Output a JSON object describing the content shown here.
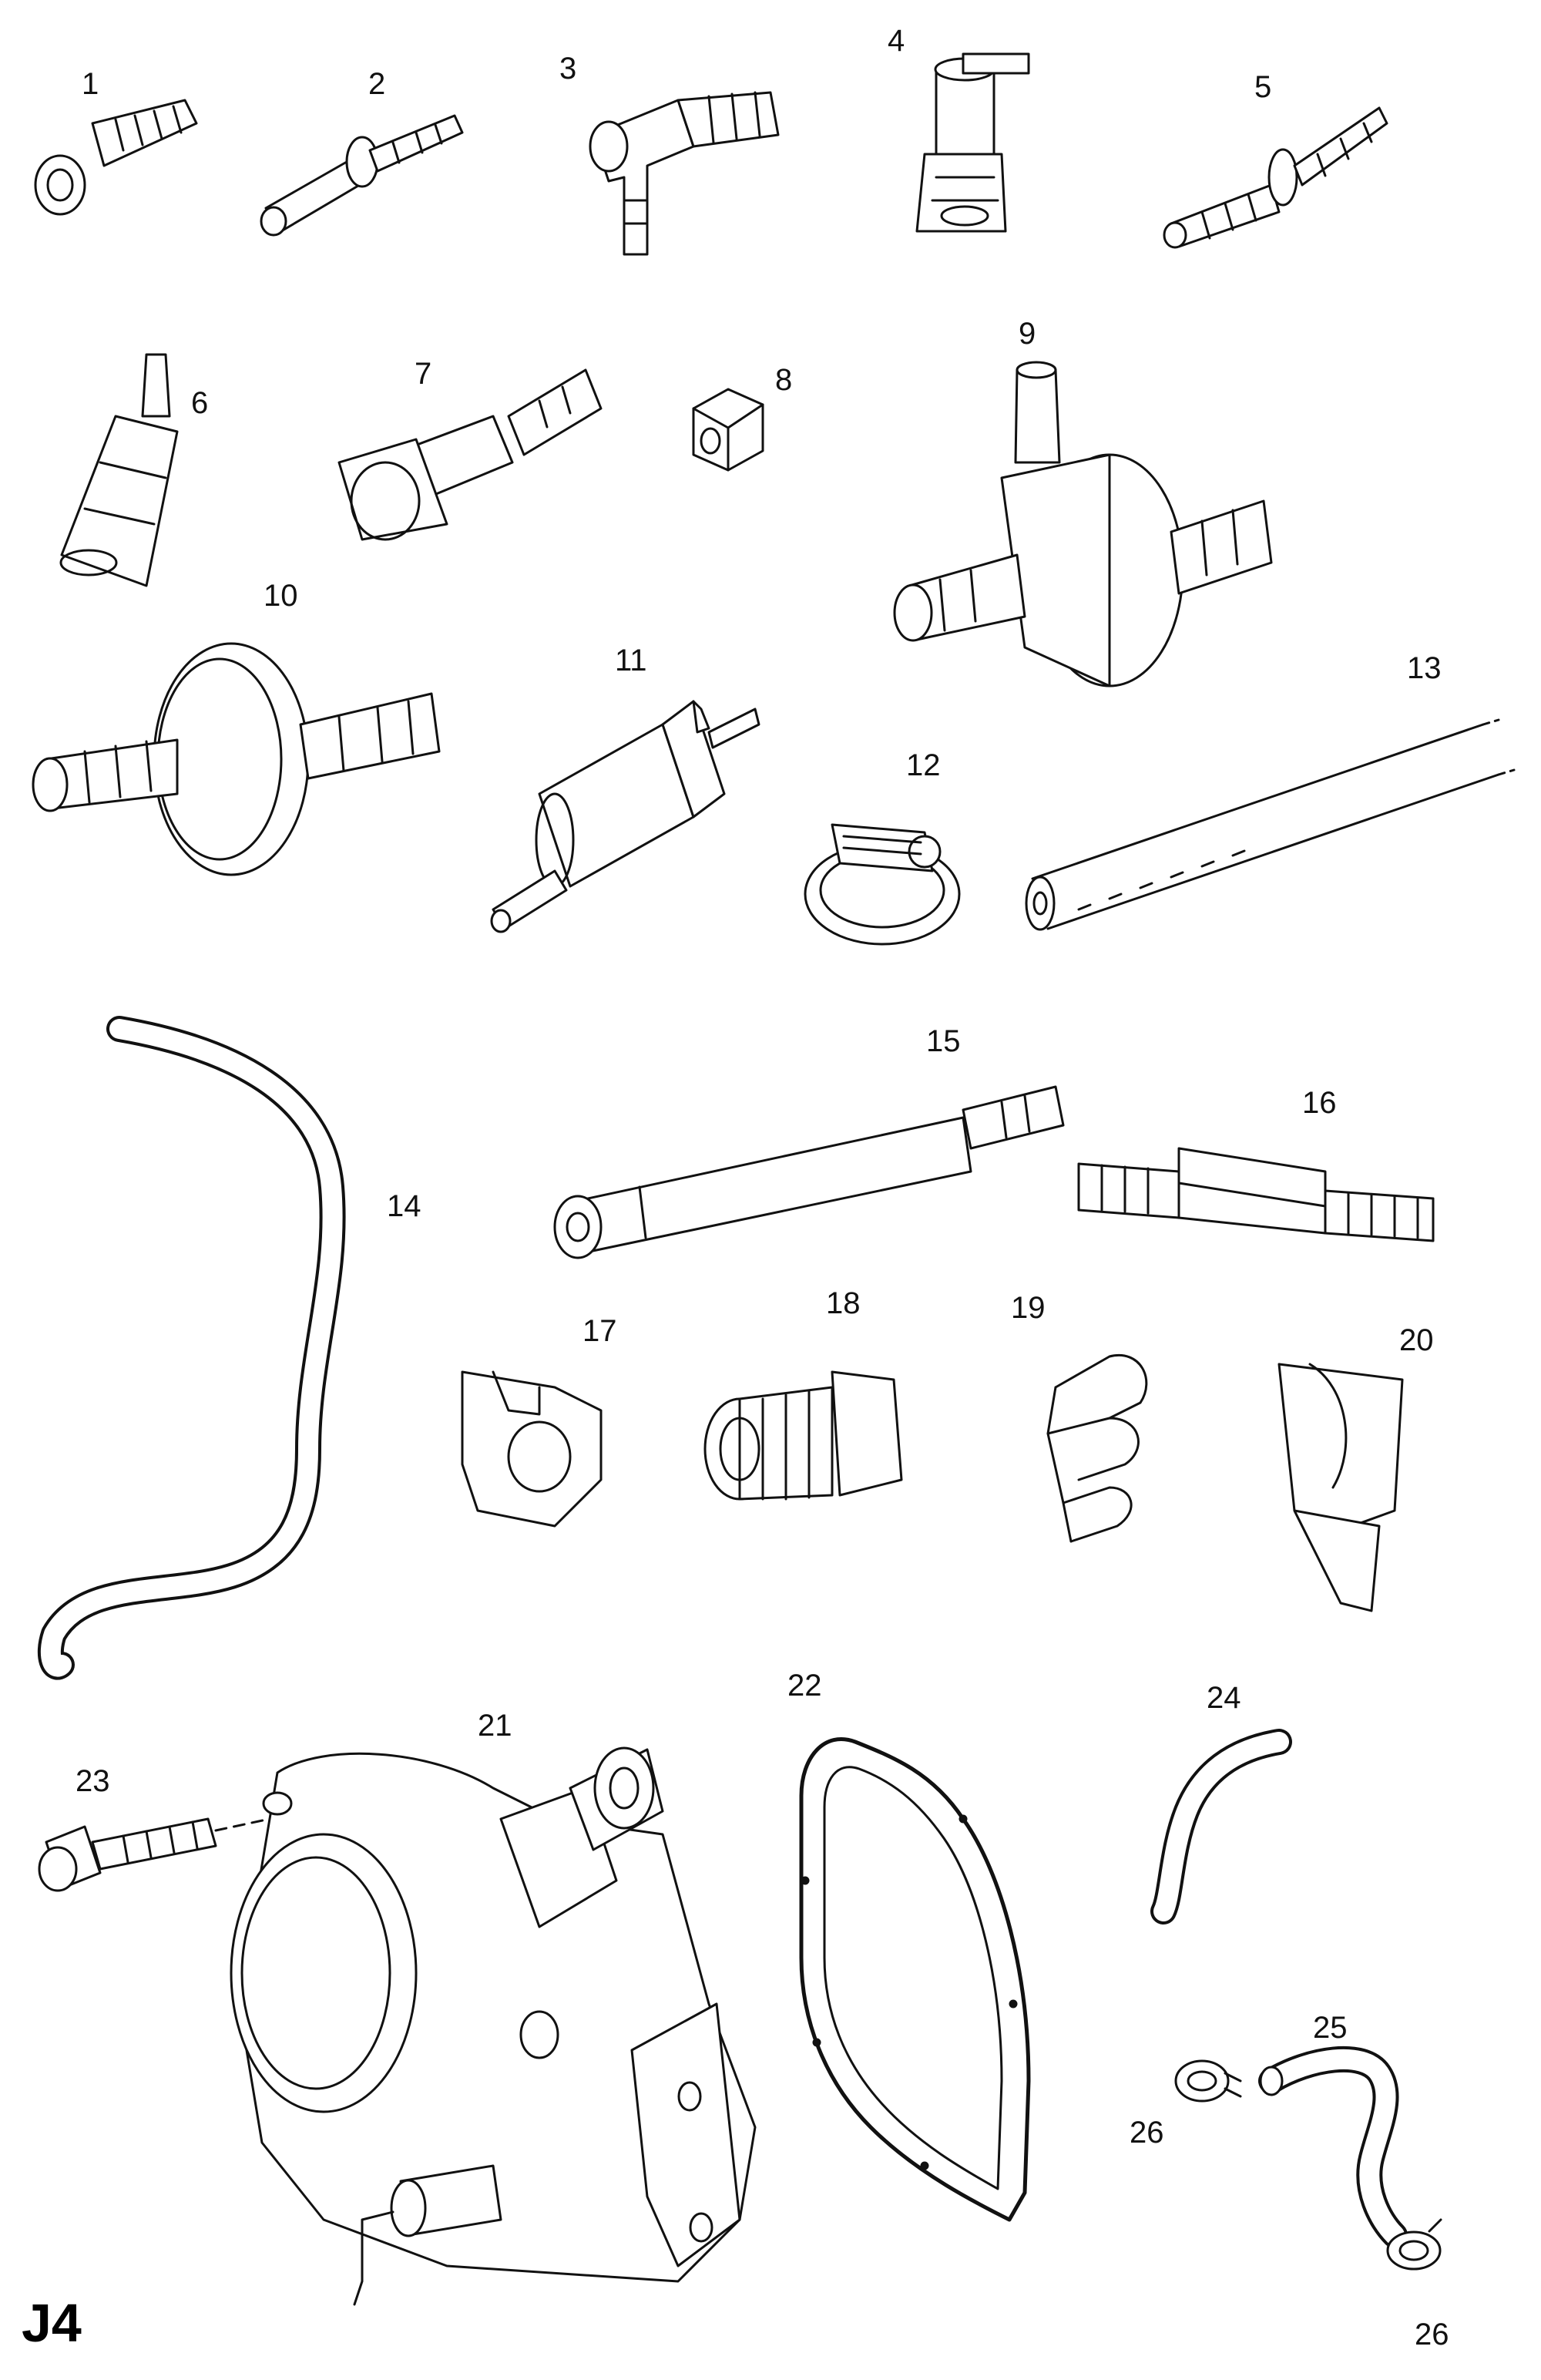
{
  "sheet": {
    "code": "J4"
  },
  "callouts": {
    "c1": "1",
    "c2": "2",
    "c3": "3",
    "c4": "4",
    "c5": "5",
    "c6": "6",
    "c7": "7",
    "c8": "8",
    "c9": "9",
    "c10": "10",
    "c11": "11",
    "c12": "12",
    "c13": "13",
    "c14": "14",
    "c15": "15",
    "c16": "16",
    "c17": "17",
    "c18": "18",
    "c19": "19",
    "c20": "20",
    "c21": "21",
    "c22": "22",
    "c23": "23",
    "c24": "24",
    "c25": "25",
    "c26a": "26",
    "c26b": "26"
  }
}
